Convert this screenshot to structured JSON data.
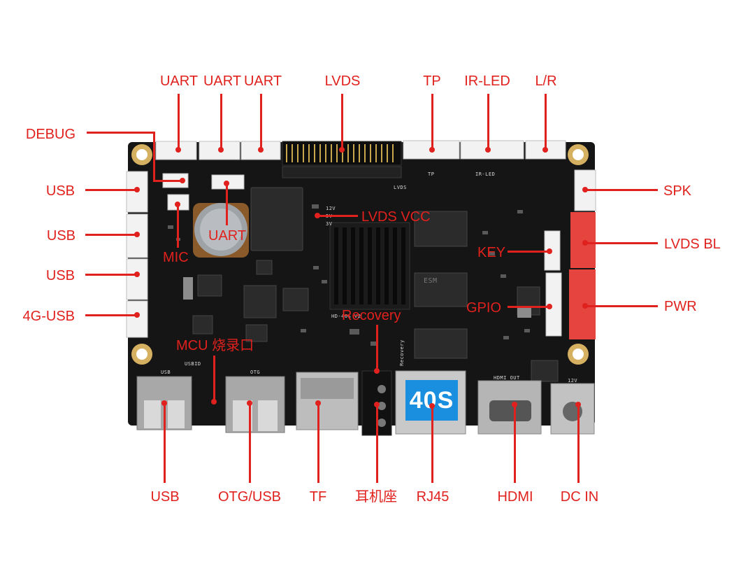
{
  "labels": {
    "top": [
      "UART",
      "UART",
      "UART",
      "LVDS",
      "TP",
      "IR-LED",
      "L/R"
    ],
    "left": [
      "DEBUG",
      "USB",
      "USB",
      "USB",
      "4G-USB"
    ],
    "right": [
      "SPK",
      "LVDS BL",
      "PWR"
    ],
    "bottom": [
      "USB",
      "OTG/USB",
      "TF",
      "耳机座",
      "RJ45",
      "HDMI",
      "DC IN"
    ],
    "onboard": {
      "uart": "UART",
      "mic": "MIC",
      "lvds_vcc": "LVDS VCC",
      "key": "KEY",
      "gpio": "GPIO",
      "recovery": "Recovery",
      "mcu": "MCU 烧录口"
    }
  },
  "silkscreen": {
    "lvds": "LVDS",
    "tp": "TP",
    "ir_led": "IR-LED",
    "board_id": "HD-40S V2",
    "usb_id": "USBID",
    "usb": "USB",
    "otg": "OTG",
    "hdmi_out": "HDMI OUT",
    "dc_12v": "12V",
    "v12": "12V",
    "v5": "5V",
    "v3": "3V",
    "recovery": "Recovery",
    "esm": "ESM"
  },
  "badge": {
    "text": "40S",
    "color": "#1a8fe0"
  },
  "colors": {
    "annotation": "#e0211d",
    "pcb": "#151515",
    "connector": "#f2f2f2",
    "power_connector": "#e5443f",
    "mount": "#d4b060"
  }
}
